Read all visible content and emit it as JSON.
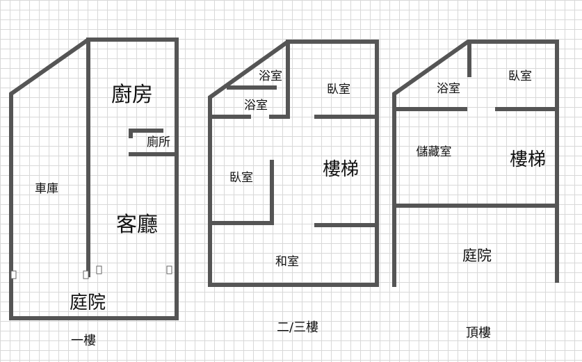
{
  "floors": [
    {
      "caption": "一樓",
      "rooms": {
        "kitchen": "廚房",
        "toilet": "廁所",
        "garage": "車庫",
        "living": "客廳",
        "courtyard": "庭院"
      }
    },
    {
      "caption": "二/三樓",
      "rooms": {
        "bath_upper": "浴室",
        "bath_lower": "浴室",
        "bedroom_right": "臥室",
        "bedroom_left": "臥室",
        "stairs": "樓梯",
        "tatami": "和室"
      }
    },
    {
      "caption": "頂樓",
      "rooms": {
        "bath": "浴室",
        "bedroom": "臥室",
        "storage": "儲藏室",
        "stairs": "樓梯",
        "courtyard": "庭院"
      }
    }
  ]
}
